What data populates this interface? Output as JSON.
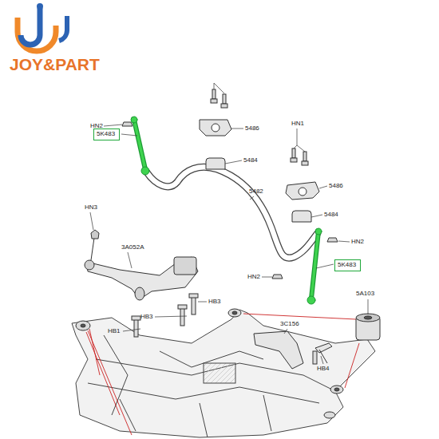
{
  "diagram": {
    "nodes": [
      {
        "text": [
          "5K483"
        ]
      },
      {
        "text": [
          "5K483"
        ]
      }
    ],
    "labels": [
      "JOY&PART",
      "HN2",
      "5486",
      "5484",
      "HN1",
      "5486",
      "5482",
      "5484",
      "HN3",
      "HN2",
      "3A052A",
      "HN2",
      "HB3",
      "HB3",
      "5A103",
      "HB1",
      "3C156",
      "HB4"
    ]
  }
}
